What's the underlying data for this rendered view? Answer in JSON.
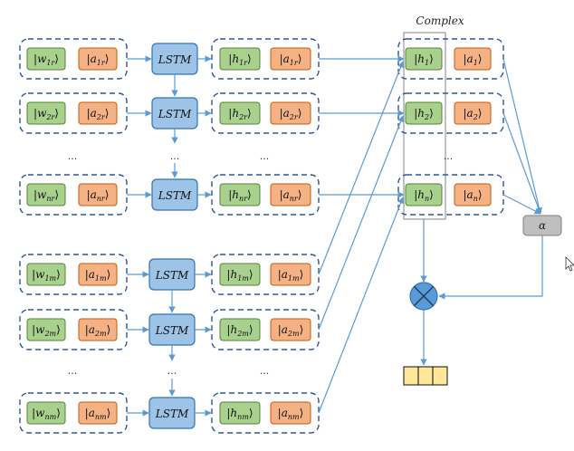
{
  "complex_label": "Complex",
  "colors": {
    "green": "#a9d18e",
    "orange": "#f4b183",
    "lstm": "#9dc3e6",
    "lstm_border": "#2e75b6",
    "arrow": "#5b9bd5",
    "dashed": "#2f5597",
    "alpha_fill": "#bfbfbf",
    "gray_border": "#8c8c8c",
    "output_fill": "#ffe699"
  },
  "rows": [
    {
      "w": "|w",
      "w_sub": "1r",
      "a": "|a",
      "a_sub": "1r",
      "lstm": "LSTM",
      "h": "|h",
      "h_sub": "1r",
      "a2": "|a",
      "a2_sub": "1r"
    },
    {
      "w": "|w",
      "w_sub": "2r",
      "a": "|a",
      "a_sub": "2r",
      "lstm": "LSTM",
      "h": "|h",
      "h_sub": "2r",
      "a2": "|a",
      "a2_sub": "2r"
    },
    {
      "w": "|w",
      "w_sub": "nr",
      "a": "|a",
      "a_sub": "nr",
      "lstm": "LSTM",
      "h": "|h",
      "h_sub": "nr",
      "a2": "|a",
      "a2_sub": "nr"
    },
    {
      "w": "|w",
      "w_sub": "1m",
      "a": "|a",
      "a_sub": "1m",
      "lstm": "LSTM",
      "h": "|h",
      "h_sub": "1m",
      "a2": "|a",
      "a2_sub": "1m"
    },
    {
      "w": "|w",
      "w_sub": "2m",
      "a": "|a",
      "a_sub": "2m",
      "lstm": "LSTM",
      "h": "|h",
      "h_sub": "2m",
      "a2": "|a",
      "a2_sub": "2m"
    },
    {
      "w": "|w",
      "w_sub": "nm",
      "a": "|a",
      "a_sub": "nm",
      "lstm": "LSTM",
      "h": "|h",
      "h_sub": "nm",
      "a2": "|a",
      "a2_sub": "nm"
    }
  ],
  "ellipsis": "...",
  "complex_rows": [
    {
      "h": "|h",
      "h_sub": "1",
      "a": "|a",
      "a_sub": "1"
    },
    {
      "h": "|h",
      "h_sub": "2",
      "a": "|a",
      "a_sub": "2"
    },
    {
      "h": "|h",
      "h_sub": "n",
      "a": "|a",
      "a_sub": "n"
    }
  ],
  "alpha": "α",
  "ket_close": "⟩",
  "output_cells": 3
}
